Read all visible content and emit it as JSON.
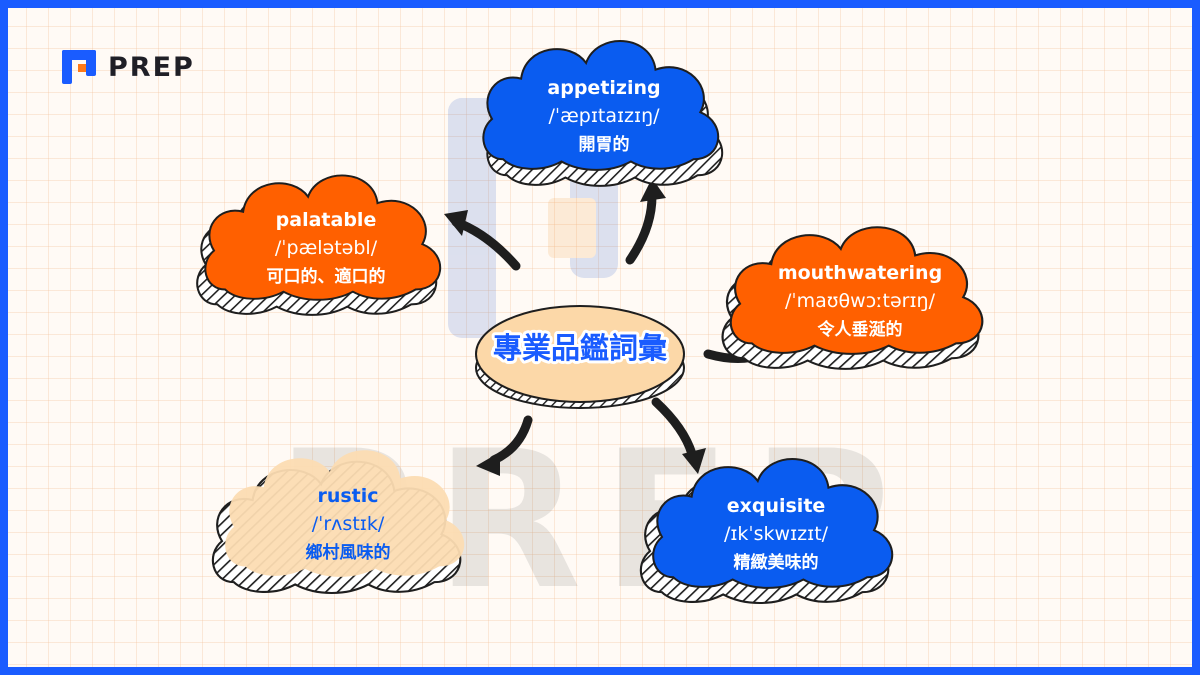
{
  "brand": {
    "name": "PREP"
  },
  "center": {
    "label": "專業品鑑詞彙"
  },
  "nodes": [
    {
      "id": "appetizing",
      "word": "appetizing",
      "ipa": "/ˈæpɪtaɪzɪŋ/",
      "meaning": "開胃的",
      "fill": "#0a5cf0",
      "text": "#ffffff"
    },
    {
      "id": "palatable",
      "word": "palatable",
      "ipa": "/ˈpælətəbl/",
      "meaning": "可口的、適口的",
      "fill": "#ff6000",
      "text": "#ffffff"
    },
    {
      "id": "mouthwatering",
      "word": "mouthwatering",
      "ipa": "/ˈmaʊθwɔːtərɪŋ/",
      "meaning": "令人垂涎的",
      "fill": "#ff6000",
      "text": "#ffffff"
    },
    {
      "id": "rustic",
      "word": "rustic",
      "ipa": "/ˈrʌstɪk/",
      "meaning": "鄉村風味的",
      "fill": "#fcdcb2",
      "text": "#0a5cf0"
    },
    {
      "id": "exquisite",
      "word": "exquisite",
      "ipa": "/ɪkˈskwɪzɪt/",
      "meaning": "精緻美味的",
      "fill": "#0a5cf0",
      "text": "#ffffff"
    }
  ],
  "colors": {
    "border": "#1a5cff",
    "blue": "#0a5cf0",
    "orange": "#ff6000",
    "peach": "#fcdcb2",
    "ellipse": "#fcd8a8",
    "arrow": "#1e1e1e"
  }
}
